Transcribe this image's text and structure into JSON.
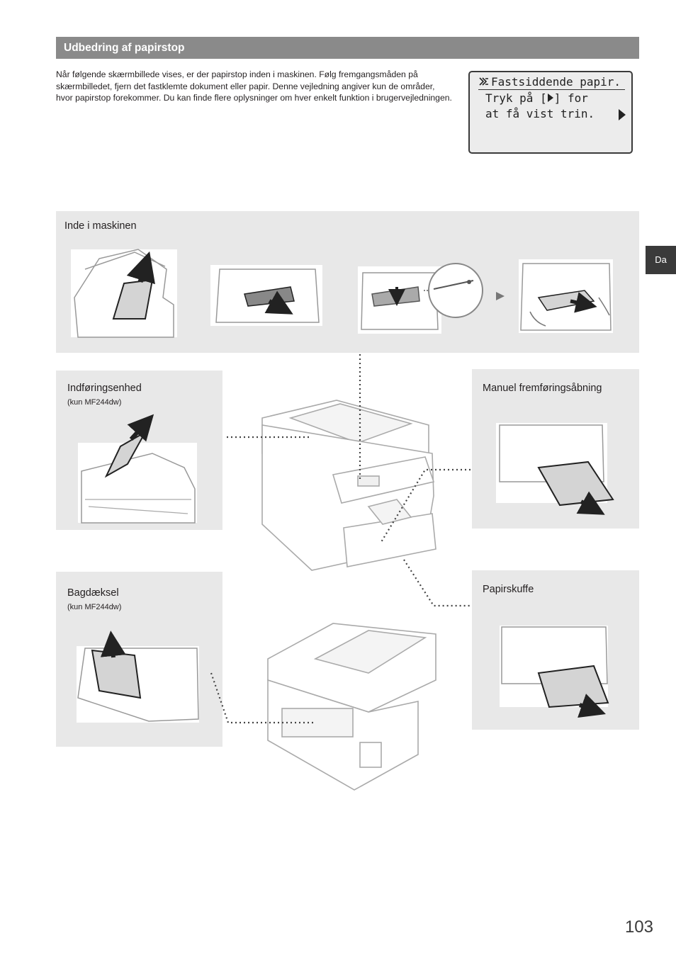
{
  "section": {
    "title": "Udbedring af papirstop"
  },
  "intro": {
    "text": "Når følgende skærmbillede vises, er der papirstop inden i maskinen. Følg fremgangsmåden på skærmbilledet, fjern det fastklemte dokument eller papir. Denne vejledning angiver kun de områder, hvor papirstop forekommer. Du kan finde flere oplysninger om hver enkelt funktion i brugervejledningen."
  },
  "lcd": {
    "line1": "Fastsiddende papir.",
    "line2_a": "Tryk på [",
    "line2_b": "] for",
    "line3": "at få vist trin."
  },
  "panels": {
    "inside": {
      "label": "Inde i maskinen"
    },
    "feeder": {
      "label": "Indføringsenhed",
      "sub": "(kun MF244dw)"
    },
    "manual": {
      "label": "Manuel fremføringsåbning"
    },
    "rear": {
      "label": "Bagdæksel",
      "sub": "(kun MF244dw)"
    },
    "tray": {
      "label": "Papirskuffe"
    }
  },
  "side_tab": {
    "label": "Da"
  },
  "page_number": "103",
  "colors": {
    "section_bar": "#8a8a8a",
    "panel_bg": "#e8e8e8",
    "tab_bg": "#3a3a3a"
  }
}
